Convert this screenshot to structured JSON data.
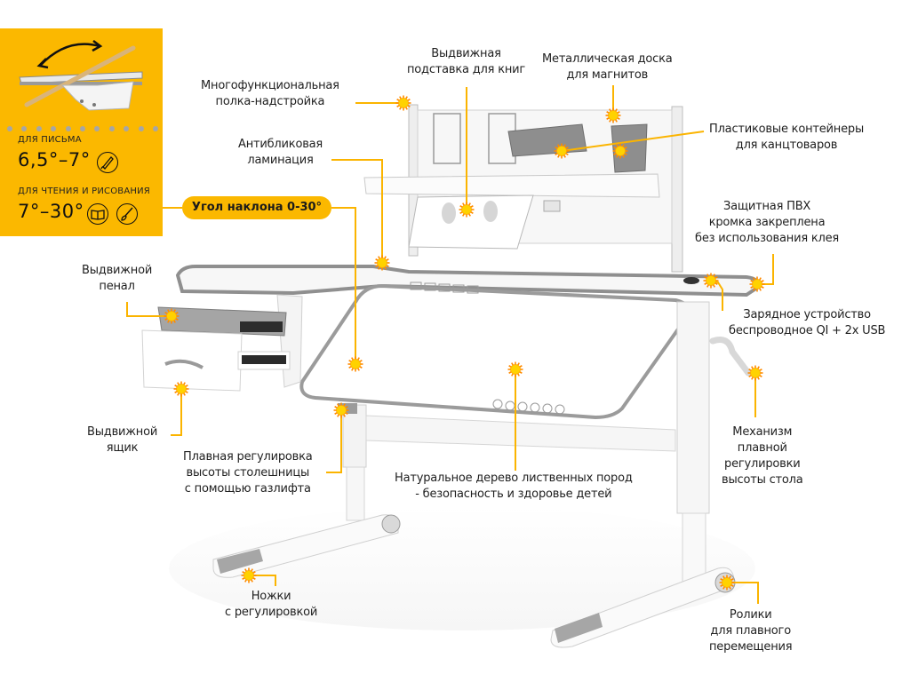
{
  "colors": {
    "accent": "#fbb800",
    "leader_line": "#fbb400",
    "marker_fill": "#ffd200",
    "marker_rays": "#ff8a00",
    "desk_gray": "#9a9a9a",
    "desk_white": "#f6f6f6"
  },
  "panel": {
    "writing_label": "ДЛЯ ПИСЬМА",
    "writing_angle": "6,5°–7°",
    "writing_icon": "pen-icon",
    "reading_label": "ДЛЯ ЧТЕНИЯ И РИСОВАНИЯ",
    "reading_angle": "7°–30°",
    "reading_icons": [
      "book-icon",
      "brush-icon"
    ],
    "illustration": "tilting-desktop-illustration"
  },
  "tilt_badge": "Угол наклона 0-30°",
  "callouts": [
    {
      "id": "shelf",
      "lines": [
        "Многофункциональная",
        "полка-надстройка"
      ]
    },
    {
      "id": "book-stand",
      "lines": [
        "Выдвижная",
        "подставка для книг"
      ]
    },
    {
      "id": "magnet-board",
      "lines": [
        "Металлическая доска",
        "для магнитов"
      ]
    },
    {
      "id": "containers",
      "lines": [
        "Пластиковые контейнеры",
        "для канцтоваров"
      ]
    },
    {
      "id": "anti-glare",
      "lines": [
        "Антибликовая",
        "ламинация"
      ]
    },
    {
      "id": "pvc-edge",
      "lines": [
        "Защитная ПВХ",
        "кромка закреплена",
        "без использования клея"
      ]
    },
    {
      "id": "pencil-case",
      "lines": [
        "Выдвижной",
        "пенал"
      ]
    },
    {
      "id": "charger",
      "lines": [
        "Зарядное устройство",
        "беспроводное QI + 2x USB"
      ]
    },
    {
      "id": "drawer",
      "lines": [
        "Выдвижной",
        "ящик"
      ]
    },
    {
      "id": "height-mechanism",
      "lines": [
        "Механизм",
        "плавной",
        "регулировки",
        "высоты стола"
      ]
    },
    {
      "id": "gaslift",
      "lines": [
        "Плавная регулировка",
        "высоты столешницы",
        "с помощью газлифта"
      ]
    },
    {
      "id": "hardwood",
      "lines": [
        "Натуральное дерево лиственных пород",
        "- безопасность и здоровье детей"
      ]
    },
    {
      "id": "legs",
      "lines": [
        "Ножки",
        "с регулировкой"
      ]
    },
    {
      "id": "rollers",
      "lines": [
        "Ролики",
        "для плавного",
        "перемещения"
      ]
    }
  ]
}
